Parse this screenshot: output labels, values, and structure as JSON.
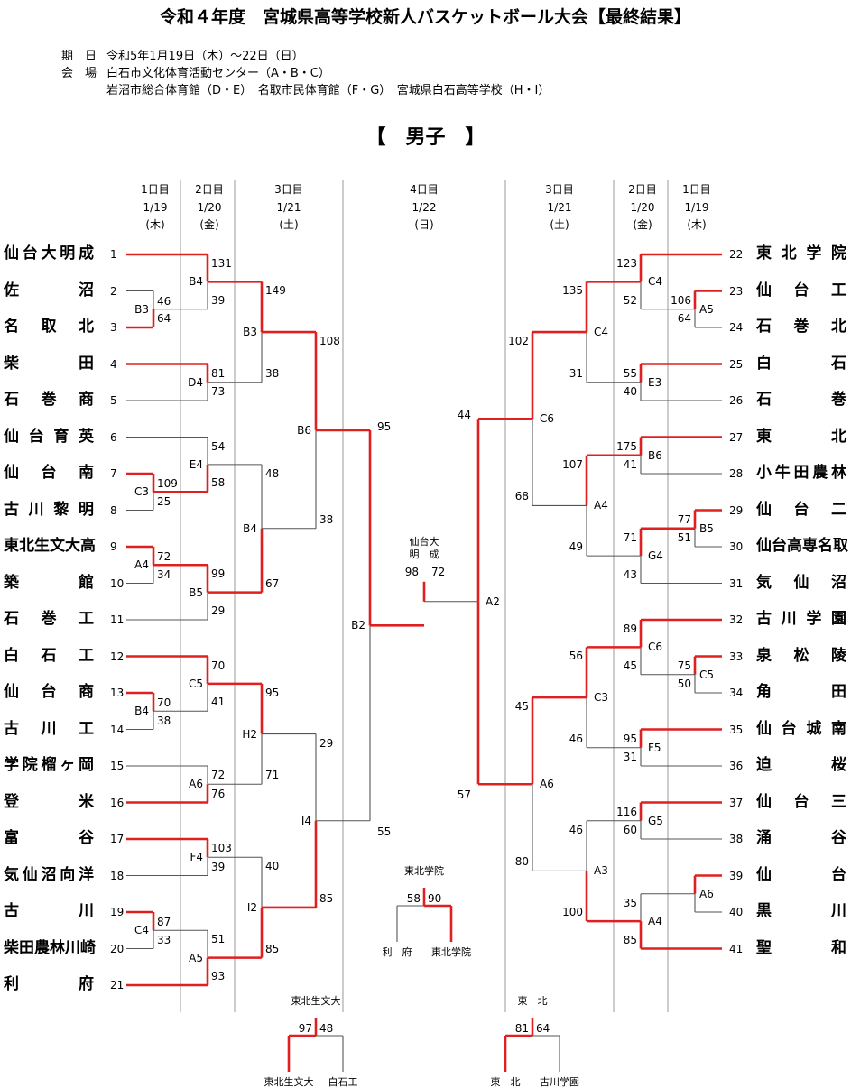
{
  "title": "令和４年度　宮城県高等学校新人バスケットボール大会【最終結果】",
  "info": {
    "date_label": "期　日",
    "date": "令和5年1月19日（木）～22日（日）",
    "venue_label": "会　場",
    "venue1": "白石市文化体育活動センター（A・B・C）",
    "venue2": "岩沼市総合体育館（D・E）　名取市民体育館（F・G）　宮城県白石高等学校（H・I）"
  },
  "section": "【　男子　】",
  "day_headers": [
    {
      "day": "1日目",
      "date": "1/19",
      "dow": "(木)"
    },
    {
      "day": "2日目",
      "date": "1/20",
      "dow": "(金)"
    },
    {
      "day": "3日目",
      "date": "1/21",
      "dow": "(土)"
    },
    {
      "day": "4日目",
      "date": "1/22",
      "dow": "(日)"
    },
    {
      "day": "3日目",
      "date": "1/21",
      "dow": "(土)"
    },
    {
      "day": "2日目",
      "date": "1/20",
      "dow": "(金)"
    },
    {
      "day": "1日目",
      "date": "1/19",
      "dow": "(木)"
    }
  ],
  "left_teams": [
    "仙台大明成",
    "佐沼",
    "名取北",
    "柴田",
    "石巻商",
    "仙台育英",
    "仙台南",
    "古川黎明",
    "東北生文大高",
    "築館",
    "石巻工",
    "白石工",
    "仙台商",
    "古川工",
    "学院榴ヶ岡",
    "登米",
    "富谷",
    "気仙沼向洋",
    "古川",
    "柴田農林川崎",
    "利府"
  ],
  "right_teams": [
    "東北学院",
    "仙台工",
    "石巻北",
    "白石",
    "石巻",
    "東北",
    "小牛田農林",
    "仙台二",
    "仙台高専名取",
    "気仙沼",
    "古川学園",
    "泉松陵",
    "角田",
    "仙台城南",
    "迫桜",
    "仙台三",
    "涌谷",
    "仙台",
    "黒川",
    "聖和"
  ],
  "left_seeds": [
    "1",
    "2",
    "3",
    "4",
    "5",
    "6",
    "7",
    "8",
    "9",
    "10",
    "11",
    "12",
    "13",
    "14",
    "15",
    "16",
    "17",
    "18",
    "19",
    "20",
    "21"
  ],
  "right_seeds": [
    "22",
    "23",
    "24",
    "25",
    "26",
    "27",
    "28",
    "29",
    "30",
    "31",
    "32",
    "33",
    "34",
    "35",
    "36",
    "37",
    "38",
    "39",
    "40",
    "41"
  ],
  "r1_left": [
    {
      "venue": "B3",
      "s1": "46",
      "s2": "64"
    },
    {
      "venue": "C3",
      "s1": "109",
      "s2": "25"
    },
    {
      "venue": "A4",
      "s1": "72",
      "s2": "34"
    },
    {
      "venue": "B4",
      "s1": "70",
      "s2": "38"
    },
    {
      "venue": "C4",
      "s1": "87",
      "s2": "33"
    }
  ],
  "r2_left": [
    {
      "venue": "B4",
      "s1": "131",
      "s2": "39"
    },
    {
      "venue": "D4",
      "s1": "81",
      "s2": "73"
    },
    {
      "venue": "E4",
      "s1": "54",
      "s2": "58"
    },
    {
      "venue": "B5",
      "s1": "99",
      "s2": "29"
    },
    {
      "venue": "C5",
      "s1": "70",
      "s2": "41"
    },
    {
      "venue": "A6",
      "s1": "72",
      "s2": "76"
    },
    {
      "venue": "F4",
      "s1": "103",
      "s2": "39"
    },
    {
      "venue": "A5",
      "s1": "51",
      "s2": "93"
    }
  ],
  "r3_left": [
    {
      "venue": "B3",
      "s1": "149",
      "s2": "38"
    },
    {
      "venue": "B4",
      "s1": "48",
      "s2": "67"
    },
    {
      "venue": "H2",
      "s1": "95",
      "s2": "71"
    },
    {
      "venue": "I2",
      "s1": "40",
      "s2": "85"
    }
  ],
  "r4_left": [
    {
      "venue": "B6",
      "s1": "108",
      "s2": "38"
    },
    {
      "venue": "I4",
      "s1": "29",
      "s2": "85"
    }
  ],
  "r1_right": [
    {
      "venue": "A5",
      "s1": "106",
      "s2": "64"
    },
    {
      "venue": "B5",
      "s1": "77",
      "s2": "51"
    },
    {
      "venue": "C5",
      "s1": "75",
      "s2": "50"
    },
    {
      "venue": "A6",
      "s1": "",
      "s2": ""
    }
  ],
  "r2_right": [
    {
      "venue": "C4",
      "s1": "123",
      "s2": "52"
    },
    {
      "venue": "E3",
      "s1": "55",
      "s2": "40"
    },
    {
      "venue": "B6",
      "s1": "175",
      "s2": "41"
    },
    {
      "venue": "G4",
      "s1": "71",
      "s2": "43"
    },
    {
      "venue": "C6",
      "s1": "89",
      "s2": "45"
    },
    {
      "venue": "F5",
      "s1": "95",
      "s2": "31"
    },
    {
      "venue": "G5",
      "s1": "116",
      "s2": "60"
    },
    {
      "venue": "A4",
      "s1": "35",
      "s2": "85"
    }
  ],
  "r3_right": [
    {
      "venue": "C4",
      "s1": "135",
      "s2": "31"
    },
    {
      "venue": "A4",
      "s1": "107",
      "s2": "49"
    },
    {
      "venue": "C3",
      "s1": "56",
      "s2": "46"
    },
    {
      "venue": "A3",
      "s1": "46",
      "s2": "100"
    }
  ],
  "r4_right": [
    {
      "venue": "C6",
      "s1": "102",
      "s2": "68"
    },
    {
      "venue": "A6",
      "s1": "45",
      "s2": "80"
    }
  ],
  "semis": {
    "left_top_opp": "95",
    "left_bot_opp": "55",
    "right_top_opp": "44",
    "right_bot_opp": "57"
  },
  "final": {
    "venue_left": "B2",
    "venue_right": "A2",
    "winner_l1": "仙台大",
    "winner_l2": "明　成",
    "s_left": "98",
    "s_right": "72"
  },
  "consolation": [
    {
      "title": "東北学院",
      "s1": "58",
      "s2": "90",
      "t1": "利　府",
      "t2": "東北学院"
    },
    {
      "title": "東北生文大",
      "s1": "97",
      "s2": "48",
      "t1": "東北生文大",
      "t2": "白石工"
    },
    {
      "title": "東　北",
      "s1": "81",
      "s2": "64",
      "t1": "東　北",
      "t2": "古川学園"
    }
  ],
  "colors": {
    "win": "#e02020",
    "line": "#555555",
    "divider": "#9a9a9a"
  }
}
